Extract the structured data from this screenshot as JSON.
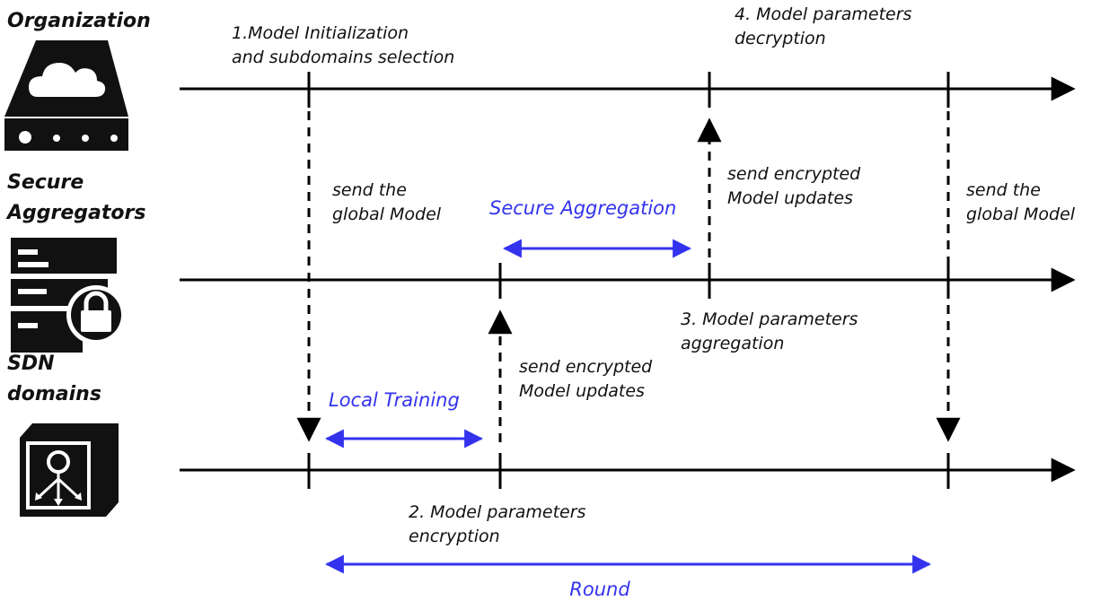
{
  "actors": {
    "organization": "Organization",
    "secure_aggregators": [
      "Secure",
      "Aggregators"
    ],
    "sdn_domains": [
      "SDN",
      "domains"
    ]
  },
  "icons": {
    "organization": "server-cloud-icon",
    "secure_aggregators": "server-lock-icon",
    "sdn_domains": "sdn-switch-icon"
  },
  "steps": {
    "step1": [
      "1.Model Initialization",
      "and subdomains selection"
    ],
    "step2": [
      "2. Model parameters",
      "encryption"
    ],
    "step3": [
      "3. Model parameters",
      "aggregation"
    ],
    "step4": [
      "4. Model parameters",
      "decryption"
    ]
  },
  "messages": {
    "send_global_1": [
      "send the",
      "global Model"
    ],
    "send_encrypted_sdn": [
      "send encrypted",
      "Model updates"
    ],
    "send_encrypted_agg": [
      "send encrypted",
      "Model updates"
    ],
    "send_global_2": [
      "send the",
      "global Model"
    ]
  },
  "phases": {
    "local_training": "Local Training",
    "secure_aggregation": "Secure Aggregation",
    "round": "Round"
  },
  "colors": {
    "line": "#000000",
    "accent": "#3333ee",
    "icon": "#111111"
  }
}
